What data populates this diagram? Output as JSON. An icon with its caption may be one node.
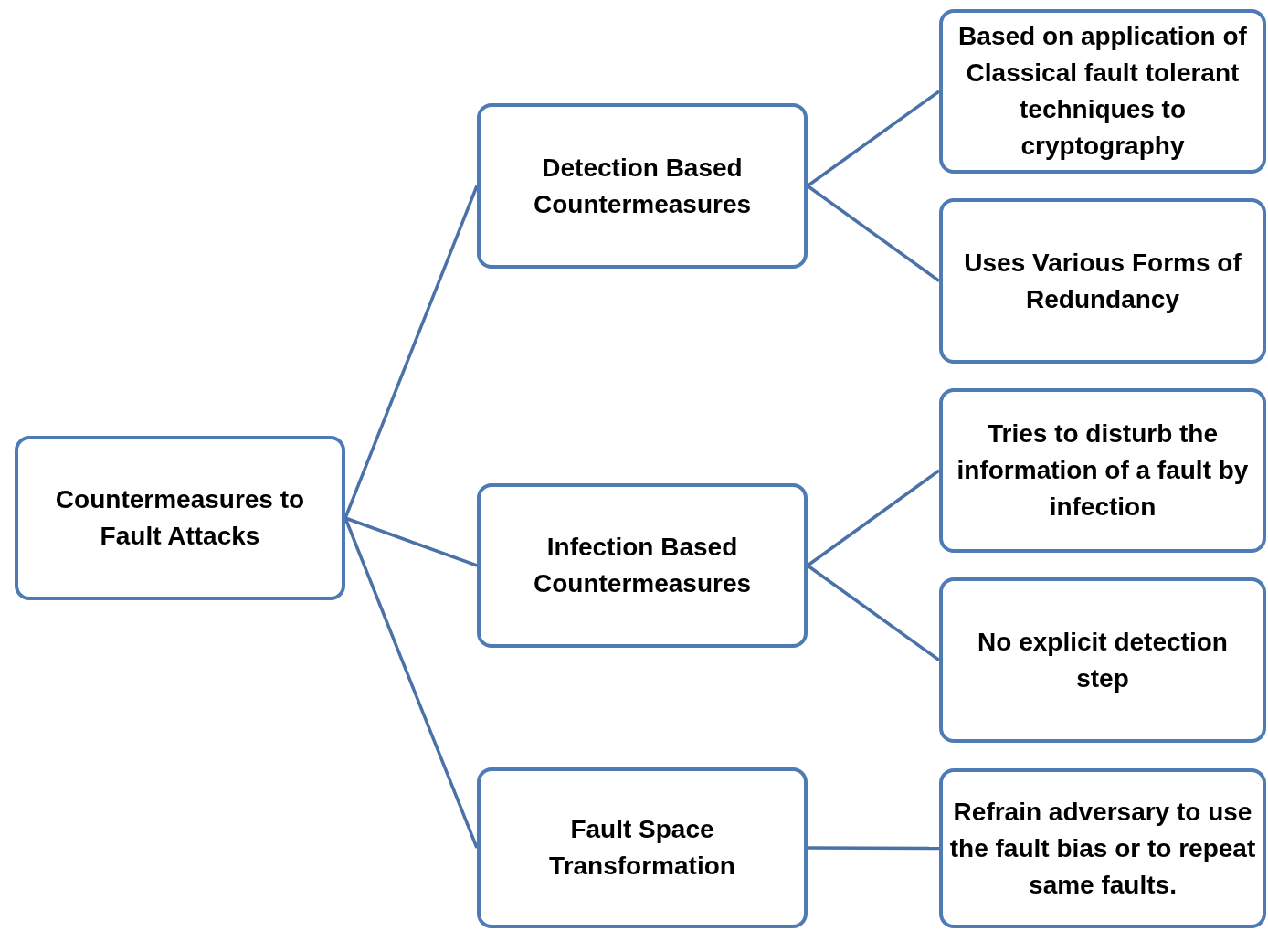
{
  "diagram": {
    "nodes": [
      {
        "text": [
          "Countermeasures to Fault Attacks"
        ]
      },
      {
        "text": [
          "Detection Based Countermeasures"
        ]
      },
      {
        "text": [
          "Based on application of Classical fault tolerant techniques to cryptography"
        ]
      },
      {
        "text": [
          "Uses Various Forms of Redundancy"
        ]
      },
      {
        "text": [
          "Infection Based Countermeasures"
        ]
      },
      {
        "text": [
          "Tries to disturb the information of a fault by infection"
        ]
      },
      {
        "text": [
          "No explicit detection step"
        ]
      },
      {
        "text": [
          "Fault Space Transformation"
        ]
      },
      {
        "text": [
          "Refrain adversary to use the fault bias or to repeat same faults."
        ]
      }
    ],
    "edges": [
      {
        "from": 0,
        "to": 1,
        "arrow": "none"
      },
      {
        "from": 0,
        "to": 4,
        "arrow": "none"
      },
      {
        "from": 0,
        "to": 7,
        "arrow": "none"
      },
      {
        "from": 1,
        "to": 2,
        "arrow": "none"
      },
      {
        "from": 1,
        "to": 3,
        "arrow": "none"
      },
      {
        "from": 4,
        "to": 5,
        "arrow": "none"
      },
      {
        "from": 4,
        "to": 6,
        "arrow": "none"
      },
      {
        "from": 7,
        "to": 8,
        "arrow": "none"
      }
    ]
  }
}
